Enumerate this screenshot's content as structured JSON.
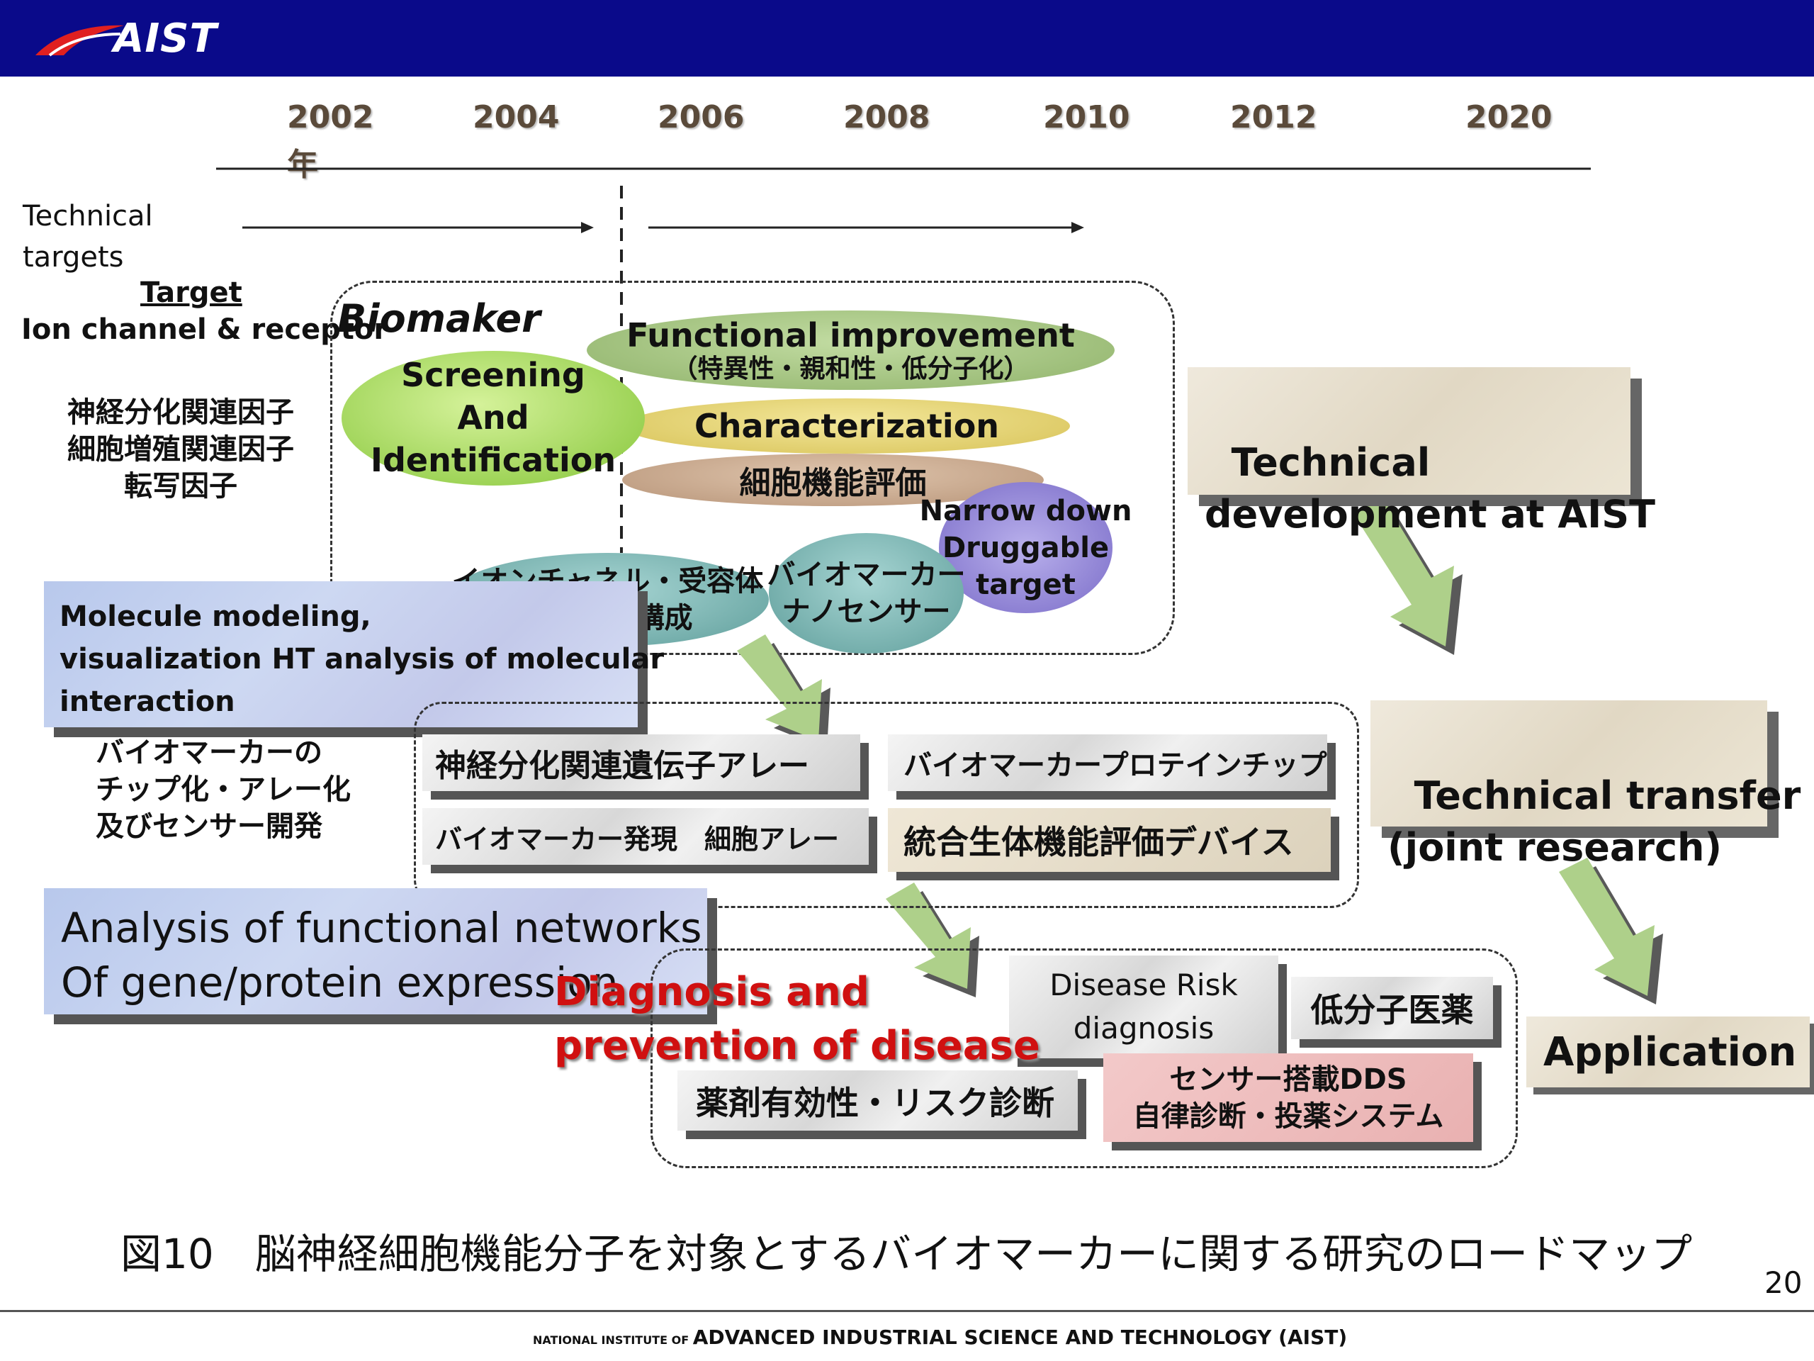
{
  "header": {
    "logo_text": "AIST",
    "brand_color": "#0a0a8a"
  },
  "timeline": {
    "years": [
      "2002",
      "2004",
      "2006",
      "2008",
      "2010",
      "2012",
      "2020"
    ],
    "year_suffix": "年"
  },
  "left_labels": {
    "technical_targets": "Technical\ntargets",
    "target_heading": "Target",
    "ion_channel": "Ion channel & receptor",
    "factors": "神経分化関連因子\n細胞増殖関連因子\n転写因子",
    "chip_dev": "バイオマーカーの\nチップ化・アレー化\n及びセンサー開発"
  },
  "biomarker_group": {
    "title": "Biomaker",
    "screening": "Screening\nAnd\nIdentification",
    "functional": "Functional improvement",
    "functional_sub": "（特異性・親和性・低分子化）",
    "characterization": "Characterization",
    "cell_eval": "細胞機能評価",
    "ion_channel_jp": "イオンチャネル・受容体\n人工膜再構成",
    "nano_sensor": "バイオマーカー\nナノセンサー",
    "narrow_down": "Narrow down\nDruggable\ntarget"
  },
  "boxes": {
    "molecule_modeling": "Molecule modeling,\nvisualization HT analysis of molecular\ninteraction",
    "analysis_networks": "Analysis of functional networks\nOf gene/protein expression",
    "neural_array": "神経分化関連遺伝子アレー",
    "protein_chip": "バイオマーカープロテインチップ",
    "cell_array": "バイオマーカー発現　細胞アレー",
    "integrated_device": "統合生体機能評価デバイス",
    "diagnosis_title": "Diagnosis and\nprevention of disease",
    "disease_risk": "Disease Risk\ndiagnosis",
    "small_molecule": "低分子医薬",
    "drug_efficacy": "薬剤有効性・リスク診断",
    "dds": "センサー搭載DDS\n自律診断・投薬システム"
  },
  "right_column": {
    "tech_dev": "Technical\ndevelopment at AIST",
    "tech_transfer": "Technical transfer\n(joint research)",
    "application": "Application"
  },
  "caption": "図10　脳神経細胞機能分子を対象とするバイオマーカーに関する研究のロードマップ",
  "page_number": "20",
  "footer": {
    "small": "NATIONAL INSTITUTE OF",
    "large": "ADVANCED INDUSTRIAL SCIENCE AND TECHNOLOGY (AIST)"
  }
}
